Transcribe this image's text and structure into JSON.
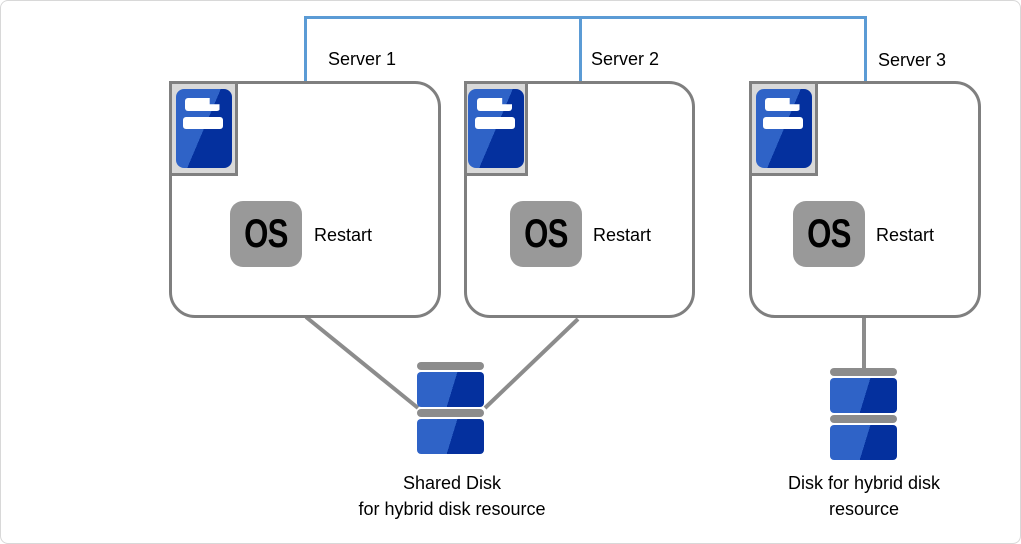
{
  "diagram": {
    "servers": [
      {
        "label": "Server 1",
        "os_label": "OS",
        "action_label": "Restart"
      },
      {
        "label": "Server 2",
        "os_label": "OS",
        "action_label": "Restart"
      },
      {
        "label": "Server 3",
        "os_label": "OS",
        "action_label": "Restart"
      }
    ],
    "shared_disk_caption": {
      "line1": "Shared Disk",
      "line2": "for hybrid disk resource"
    },
    "hybrid_disk_caption": {
      "line1": "Disk for hybrid disk",
      "line2": "resource"
    }
  },
  "icons": {
    "server_icon": "blue server tower with two white slots (css shape)",
    "os_icon": "gray rounded square with bold OS glyph (css shape)",
    "disk_stack_icon": "two blue platters with gray caps (css shape)"
  },
  "colors": {
    "network_blue": "#5B9BD5",
    "box_border": "#7f7f7f",
    "frame_fill": "#d9d9d9",
    "frame_border": "#808080",
    "os_gray": "#999999",
    "connector_gray": "#8c8c8c",
    "icon_blue_light": "#2f63c7",
    "icon_blue_dark": "#04309e",
    "canvas_border": "#d8d8d8",
    "text": "#000000"
  }
}
